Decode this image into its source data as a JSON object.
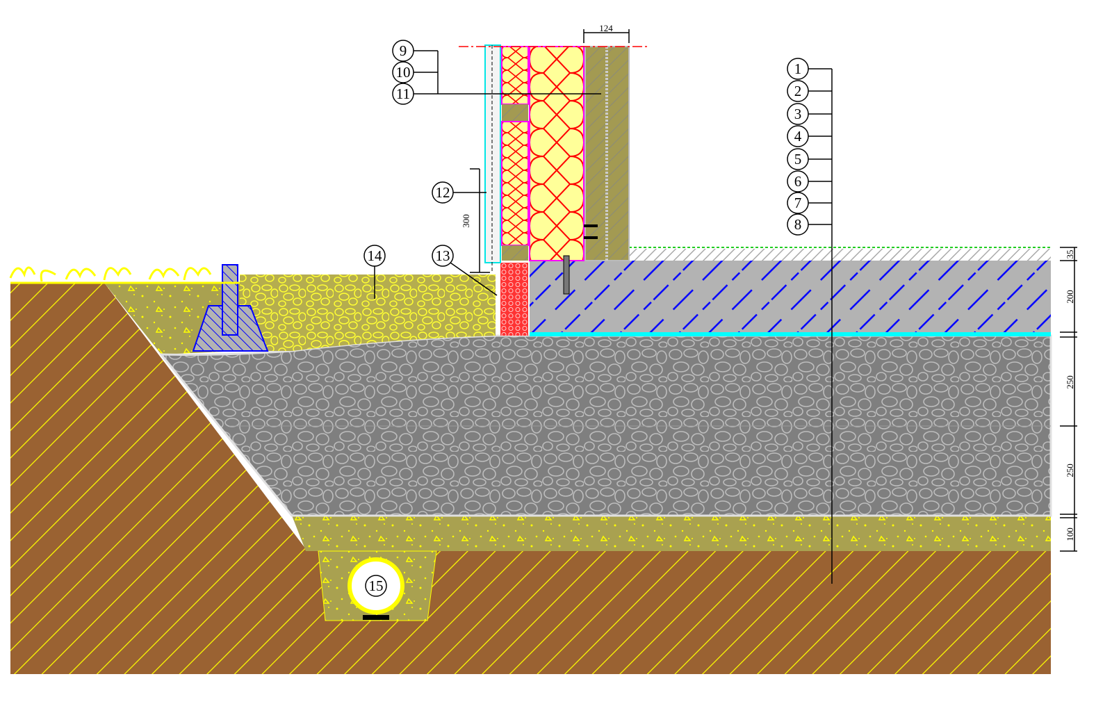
{
  "drawing": {
    "callouts": [
      {
        "id": "1",
        "text": "1"
      },
      {
        "id": "2",
        "text": "2"
      },
      {
        "id": "3",
        "text": "3"
      },
      {
        "id": "4",
        "text": "4"
      },
      {
        "id": "5",
        "text": "5"
      },
      {
        "id": "6",
        "text": "6"
      },
      {
        "id": "7",
        "text": "7"
      },
      {
        "id": "8",
        "text": "8"
      },
      {
        "id": "9",
        "text": "9"
      },
      {
        "id": "10",
        "text": "10"
      },
      {
        "id": "11",
        "text": "11"
      },
      {
        "id": "12",
        "text": "12"
      },
      {
        "id": "13",
        "text": "13"
      },
      {
        "id": "14",
        "text": "14"
      },
      {
        "id": "15",
        "text": "15"
      }
    ],
    "dimensions": {
      "wall_width": "124",
      "plinth_height": "300",
      "layers": [
        "35",
        "200",
        "250",
        "250",
        "100"
      ]
    },
    "colors": {
      "soil": "#9a6232",
      "soil_hatch": "#ffff00",
      "sand": "#a9a150",
      "gravel": "#7f7f7f",
      "slab": "#b3b3b3",
      "slab_hatch": "#0000ff",
      "insulation": "#ffff99",
      "insulation_line": "#ff0000",
      "masonry": "#a39a52",
      "membrane": "#00ffff",
      "xps": "#ff3333"
    }
  }
}
